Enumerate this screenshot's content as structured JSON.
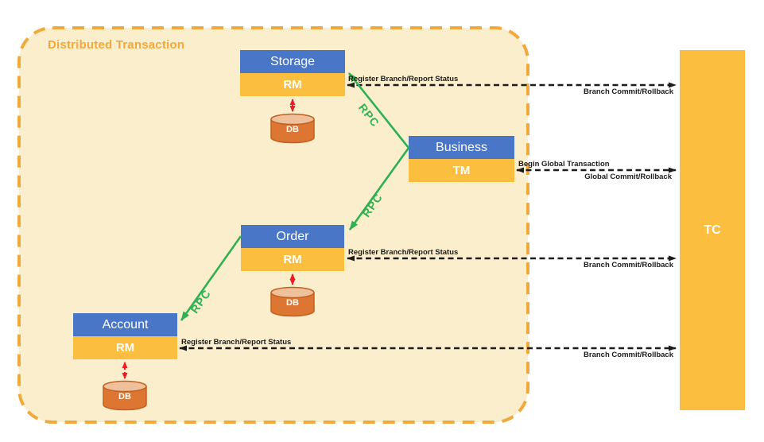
{
  "title": "Distributed Transaction",
  "nodes": {
    "storage": {
      "name": "Storage",
      "role": "RM",
      "db": "DB"
    },
    "business": {
      "name": "Business",
      "role": "TM"
    },
    "order": {
      "name": "Order",
      "role": "RM",
      "db": "DB"
    },
    "account": {
      "name": "Account",
      "role": "RM",
      "db": "DB"
    },
    "tc": {
      "name": "TC"
    }
  },
  "edges": {
    "rpc": "RPC",
    "storage_tc": {
      "above": "Register Branch/Report Status",
      "below": "Branch Commit/Rollback"
    },
    "business_tc": {
      "above": "Begin Global Transaction",
      "below": "Global Commit/Rollback"
    },
    "order_tc": {
      "above": "Register Branch/Report Status",
      "below": "Branch Commit/Rollback"
    },
    "account_tc": {
      "above": "Register Branch/Report Status",
      "below": "Branch Commit/Rollback"
    }
  },
  "colors": {
    "node_header_blue": "#4a76c8",
    "role_bar_amber": "#fbbe3e",
    "tc_amber": "#fbbe3e",
    "container_border": "#f2a93c",
    "container_fill": "#fbeecd",
    "rpc_green": "#2eb152",
    "db_body_orange": "#dd7533",
    "db_top_orange": "#eec19c",
    "arrow_black": "#1c1c1c",
    "db_link_red": "#ee1c25"
  }
}
